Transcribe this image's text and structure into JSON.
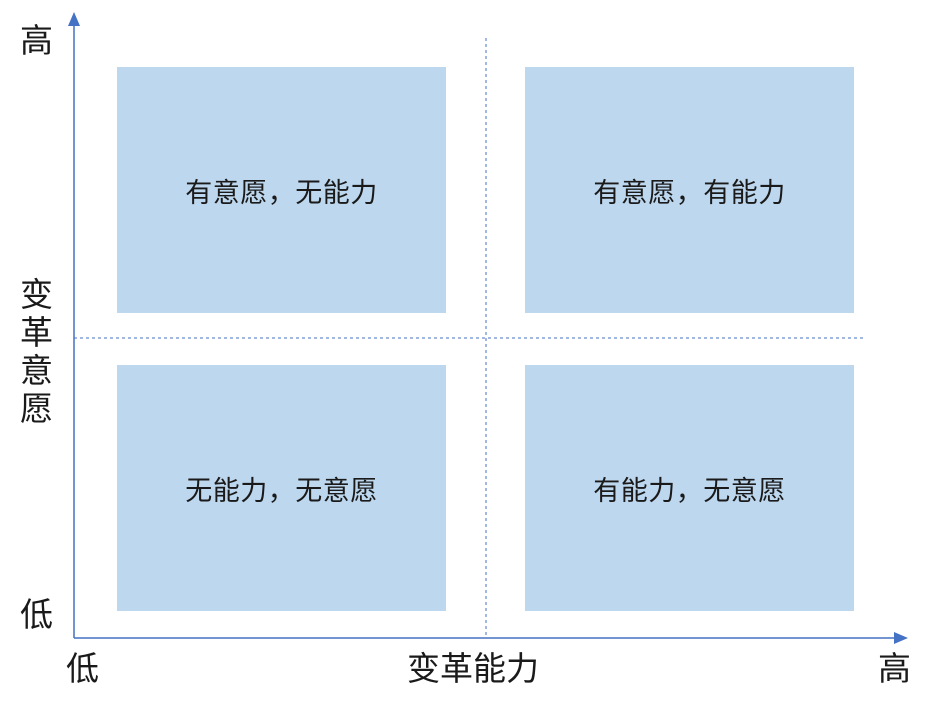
{
  "quadrants": {
    "top_left": "有意愿，无能力",
    "top_right": "有意愿，有能力",
    "bottom_left": "无能力，无意愿",
    "bottom_right": "有能力，无意愿"
  },
  "y_axis": {
    "title": "变革意愿",
    "high": "高",
    "low": "低"
  },
  "x_axis": {
    "title": "变革能力",
    "low": "低",
    "high": "高"
  },
  "colors": {
    "quadrant_fill": "#bdd7ee",
    "axis": "#4472c4"
  }
}
